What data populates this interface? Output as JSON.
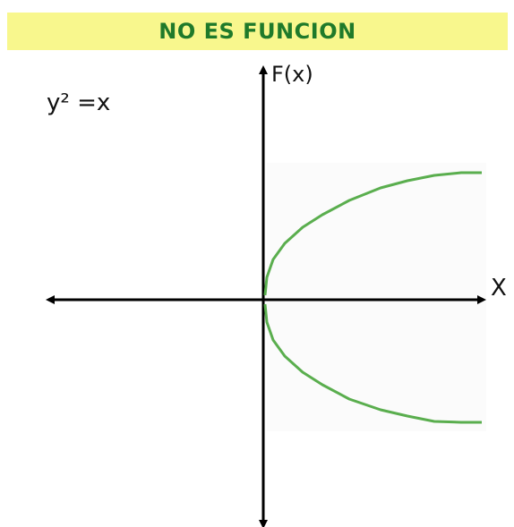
{
  "title": "NO ES FUNCION",
  "equation": "y² =x",
  "axes": {
    "y_label": "F(x)",
    "x_label": "X"
  },
  "colors": {
    "banner_background": "#f8f78d",
    "title_text": "#1f7a2a",
    "curve": "#5aae4e",
    "axis": "#000000"
  },
  "curve": {
    "relation": "y^2 = x",
    "shape": "sideways parabola opening right"
  }
}
